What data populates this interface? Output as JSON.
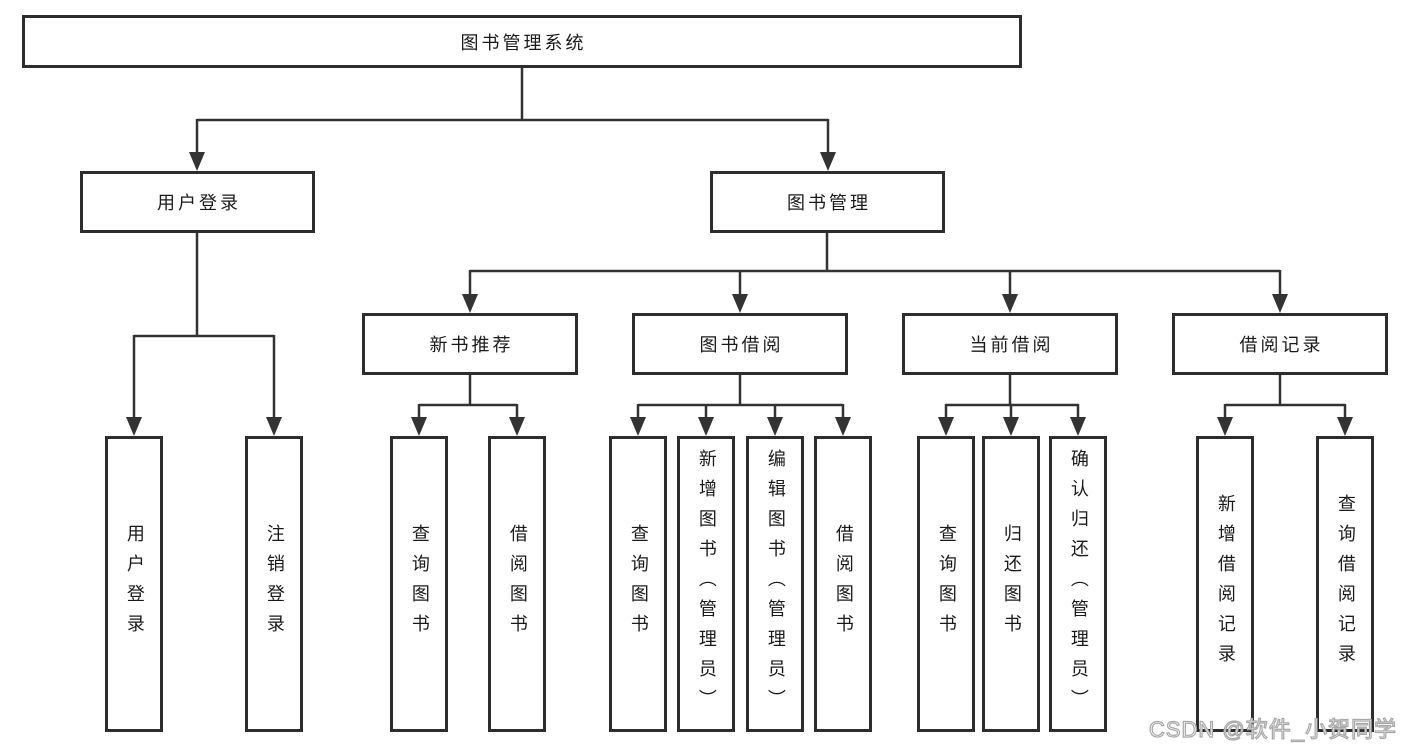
{
  "colors": {
    "background": "#ffffff",
    "line": "#333333",
    "box_border": "#2d2d2d",
    "text": "#1a1a1a",
    "watermark_fill": "#ffffff",
    "watermark_outline": "#a8a8a8"
  },
  "tree": {
    "root": {
      "label": "图书管理系统"
    },
    "user_login": {
      "label": "用户登录",
      "children": [
        {
          "label": "用户登录"
        },
        {
          "label": "注销登录"
        }
      ]
    },
    "book_mgmt": {
      "label": "图书管理",
      "groups": [
        {
          "label": "新书推荐",
          "children": [
            {
              "label": "查询图书"
            },
            {
              "label": "借阅图书"
            }
          ]
        },
        {
          "label": "图书借阅",
          "children": [
            {
              "label": "查询图书"
            },
            {
              "label": "新增图书（管理员）"
            },
            {
              "label": "编辑图书（管理员）"
            },
            {
              "label": "借阅图书"
            }
          ]
        },
        {
          "label": "当前借阅",
          "children": [
            {
              "label": "查询图书"
            },
            {
              "label": "归还图书"
            },
            {
              "label": "确认归还（管理员）"
            }
          ]
        },
        {
          "label": "借阅记录",
          "children": [
            {
              "label": "新增借阅记录"
            },
            {
              "label": "查询借阅记录"
            }
          ]
        }
      ]
    }
  },
  "watermark": {
    "text": "CSDN @软件_小贺同学"
  }
}
